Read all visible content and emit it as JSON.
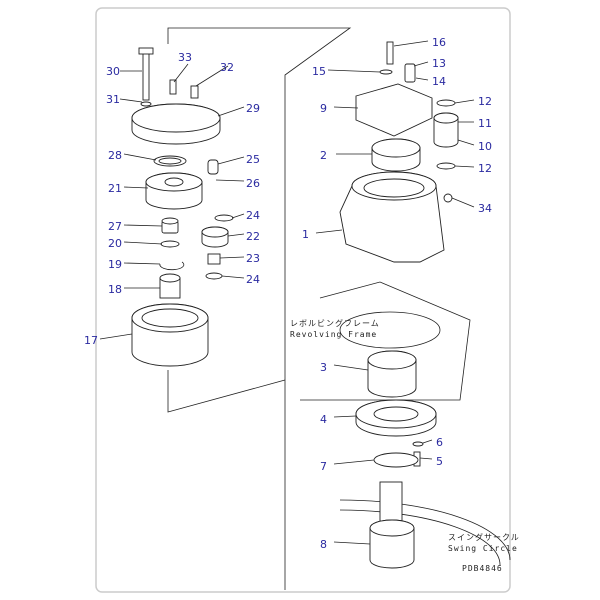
{
  "diagram": {
    "code": "PDB4846",
    "annotations": {
      "revolving_frame_jp": "レボルビングフレーム",
      "revolving_frame_en": "Revolving Frame",
      "swing_circle_jp": "スイングサークル",
      "swing_circle_en": "Swing Circle"
    },
    "callouts": [
      "30",
      "33",
      "32",
      "31",
      "29",
      "28",
      "25",
      "21",
      "26",
      "24",
      "27",
      "22",
      "20",
      "19",
      "23",
      "24",
      "18",
      "17",
      "16",
      "15",
      "13",
      "14",
      "9",
      "12",
      "11",
      "2",
      "10",
      "12",
      "34",
      "1",
      "3",
      "4",
      "6",
      "5",
      "7",
      "8"
    ],
    "colors": {
      "callout": "#2a2aa0",
      "line": "#222222"
    }
  }
}
